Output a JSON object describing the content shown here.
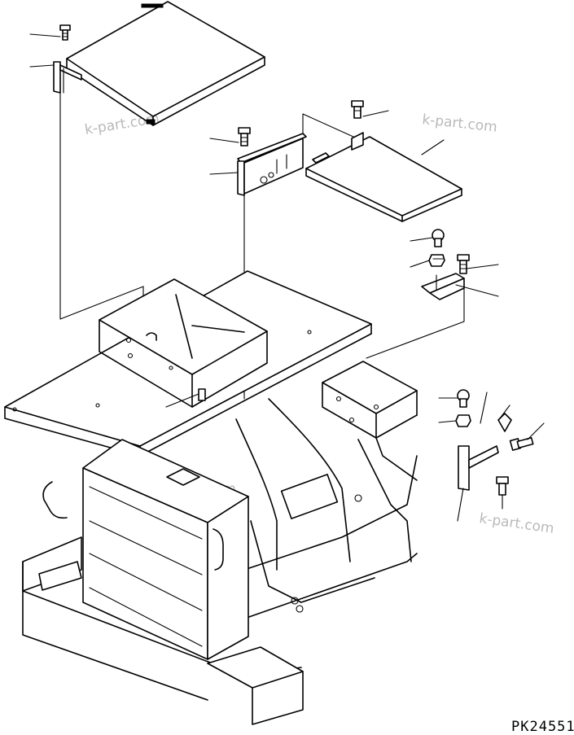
{
  "diagram": {
    "drawing_code": "PK24551",
    "watermarks": [
      "k-part.com",
      "k-part.com",
      "k-part.com",
      "k-part.com"
    ]
  }
}
